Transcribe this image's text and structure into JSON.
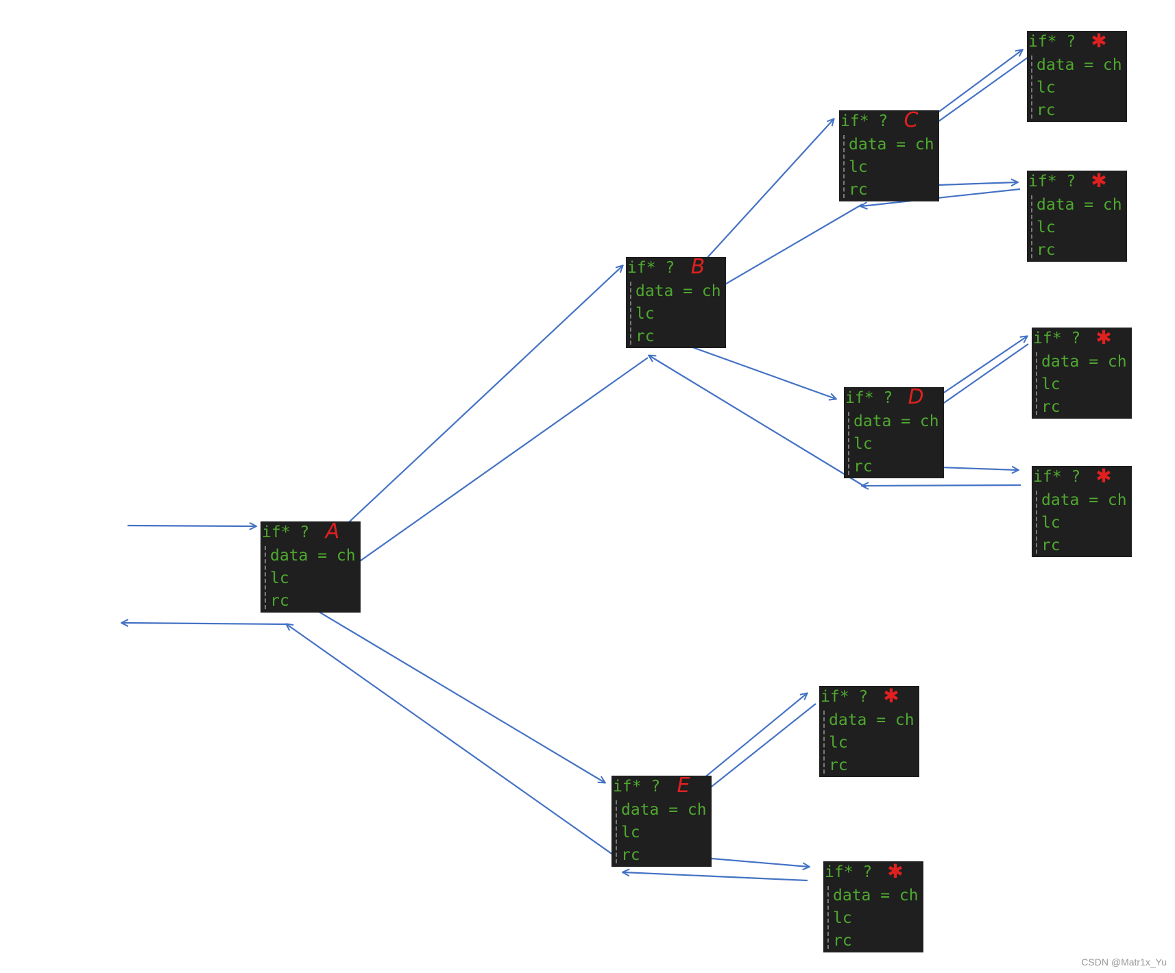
{
  "node_text": {
    "line1": "if* ?",
    "line2": "data = ch",
    "line3": "lc",
    "line4": "rc"
  },
  "nodes": [
    {
      "id": "A",
      "label": "A"
    },
    {
      "id": "B",
      "label": "B"
    },
    {
      "id": "C",
      "label": "C"
    },
    {
      "id": "D",
      "label": "D"
    },
    {
      "id": "E",
      "label": "E"
    },
    {
      "id": "C-lc-null",
      "label": "✱"
    },
    {
      "id": "C-rc-null",
      "label": "✱"
    },
    {
      "id": "D-lc-null",
      "label": "✱"
    },
    {
      "id": "D-rc-null",
      "label": "✱"
    },
    {
      "id": "E-lc-null",
      "label": "✱"
    },
    {
      "id": "E-rc-null",
      "label": "✱"
    }
  ],
  "edges": [
    {
      "from": "entry",
      "to": "A",
      "kind": "call"
    },
    {
      "from": "A",
      "to": "entry",
      "kind": "return"
    },
    {
      "from": "A.lc",
      "to": "B",
      "kind": "call"
    },
    {
      "from": "B",
      "to": "A.rc",
      "kind": "return"
    },
    {
      "from": "A.rc",
      "to": "E",
      "kind": "call"
    },
    {
      "from": "E",
      "to": "A",
      "kind": "return"
    },
    {
      "from": "B.lc",
      "to": "C",
      "kind": "call"
    },
    {
      "from": "C",
      "to": "B.rc",
      "kind": "return"
    },
    {
      "from": "B.rc",
      "to": "D",
      "kind": "call"
    },
    {
      "from": "D",
      "to": "B",
      "kind": "return"
    },
    {
      "from": "C.lc",
      "to": "C-lc-null",
      "kind": "call"
    },
    {
      "from": "C-lc-null",
      "to": "C.lc",
      "kind": "return"
    },
    {
      "from": "C.rc",
      "to": "C-rc-null",
      "kind": "call"
    },
    {
      "from": "C-rc-null",
      "to": "C.rc",
      "kind": "return"
    },
    {
      "from": "D.lc",
      "to": "D-lc-null",
      "kind": "call"
    },
    {
      "from": "D-lc-null",
      "to": "D.lc",
      "kind": "return"
    },
    {
      "from": "D.rc",
      "to": "D-rc-null",
      "kind": "call"
    },
    {
      "from": "D-rc-null",
      "to": "D.rc",
      "kind": "return"
    },
    {
      "from": "E.lc",
      "to": "E-lc-null",
      "kind": "call"
    },
    {
      "from": "E-lc-null",
      "to": "E.lc",
      "kind": "return"
    },
    {
      "from": "E.rc",
      "to": "E-rc-null",
      "kind": "call"
    },
    {
      "from": "E-rc-null",
      "to": "E.rc",
      "kind": "return"
    }
  ],
  "colors": {
    "edge": "#4472c4",
    "node_bg": "#1f1f1f",
    "node_text": "#4fa82f",
    "tag": "#e02020"
  },
  "watermark": "CSDN @Matr1x_Yu"
}
